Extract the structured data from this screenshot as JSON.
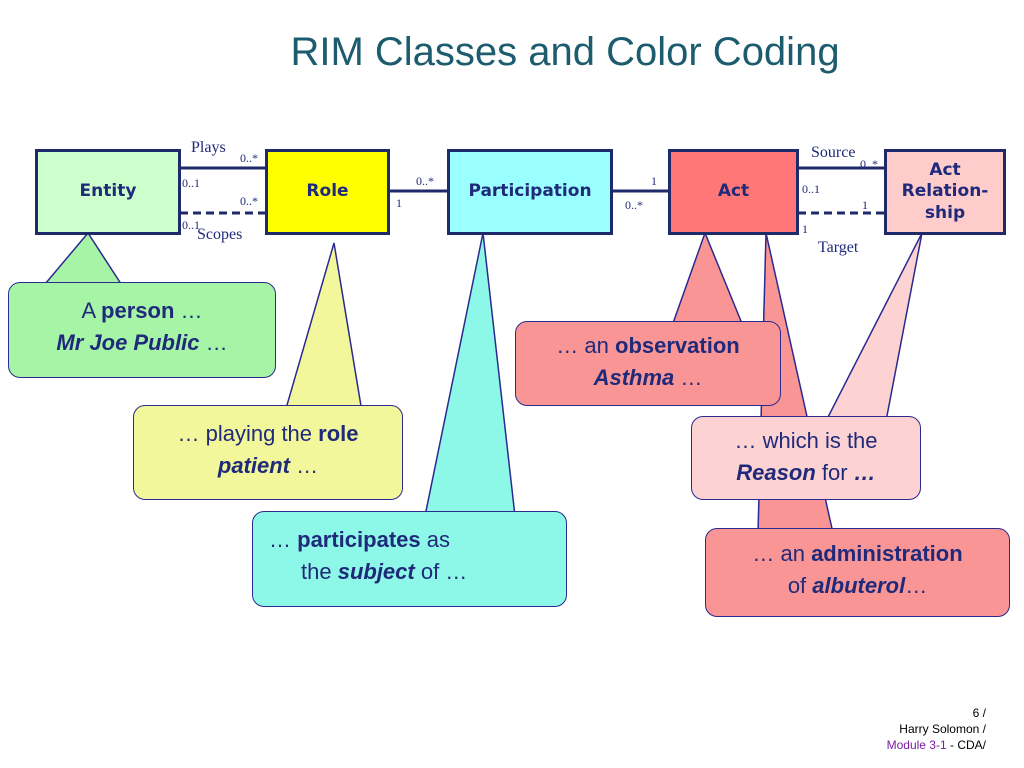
{
  "title": "RIM Classes and Color Coding",
  "classes": {
    "entity": "Entity",
    "role": "Role",
    "participation": "Participation",
    "act": "Act",
    "act_relationship": [
      "Act",
      "Relation-",
      "ship"
    ]
  },
  "associations": {
    "plays": "Plays",
    "scopes": "Scopes",
    "source": "Source",
    "target": "Target"
  },
  "multiplicities": {
    "plays_role": "0..*",
    "plays_entity": "0..1",
    "scopes_role": "0..*",
    "scopes_entity": "0..1",
    "role_participation_left": "1",
    "role_participation_right": "0..*",
    "act_participation_left": "0..*",
    "act_participation_right": "1",
    "source_act": "0..1",
    "source_actrel": "0..*",
    "target_act": "1",
    "target_actrel": "1"
  },
  "callouts": {
    "entity": {
      "l1_pre": "A ",
      "l1_bold": "person",
      "l1_post": " …",
      "l2_bi": "Mr Joe Public",
      "l2_post": " …"
    },
    "role": {
      "l1_pre": "… playing the ",
      "l1_bold": "role",
      "l2_bi": "patient",
      "l2_post": " …"
    },
    "participation": {
      "l1_pre": "… ",
      "l1_bold": "participates",
      "l1_post": " as",
      "l2_pre": "the ",
      "l2_bi": "subject",
      "l2_post": " of …"
    },
    "act_observation": {
      "l1_pre": "… an ",
      "l1_bold": "observation",
      "l2_bi": "Asthma",
      "l2_post": " …"
    },
    "act_relationship": {
      "l1": "… which is the",
      "l2_bi": "Reason",
      "l2_mid": " for ",
      "l2_i": "…"
    },
    "act_administration": {
      "l1_pre": "… an ",
      "l1_bold": "administration",
      "l2_pre": "of ",
      "l2_bi": "albuterol",
      "l2_post": "…"
    }
  },
  "footer": {
    "line1": "6 /",
    "line2": "Harry Solomon /",
    "module": "Module 3-1",
    "line3_post": " - CDA/"
  },
  "colors": {
    "entity": "#ccffcc",
    "role": "#ffff00",
    "participation": "#99ffff",
    "act": "#ff7777",
    "act_relationship": "#ffcccc",
    "border": "#1f2a6b"
  }
}
